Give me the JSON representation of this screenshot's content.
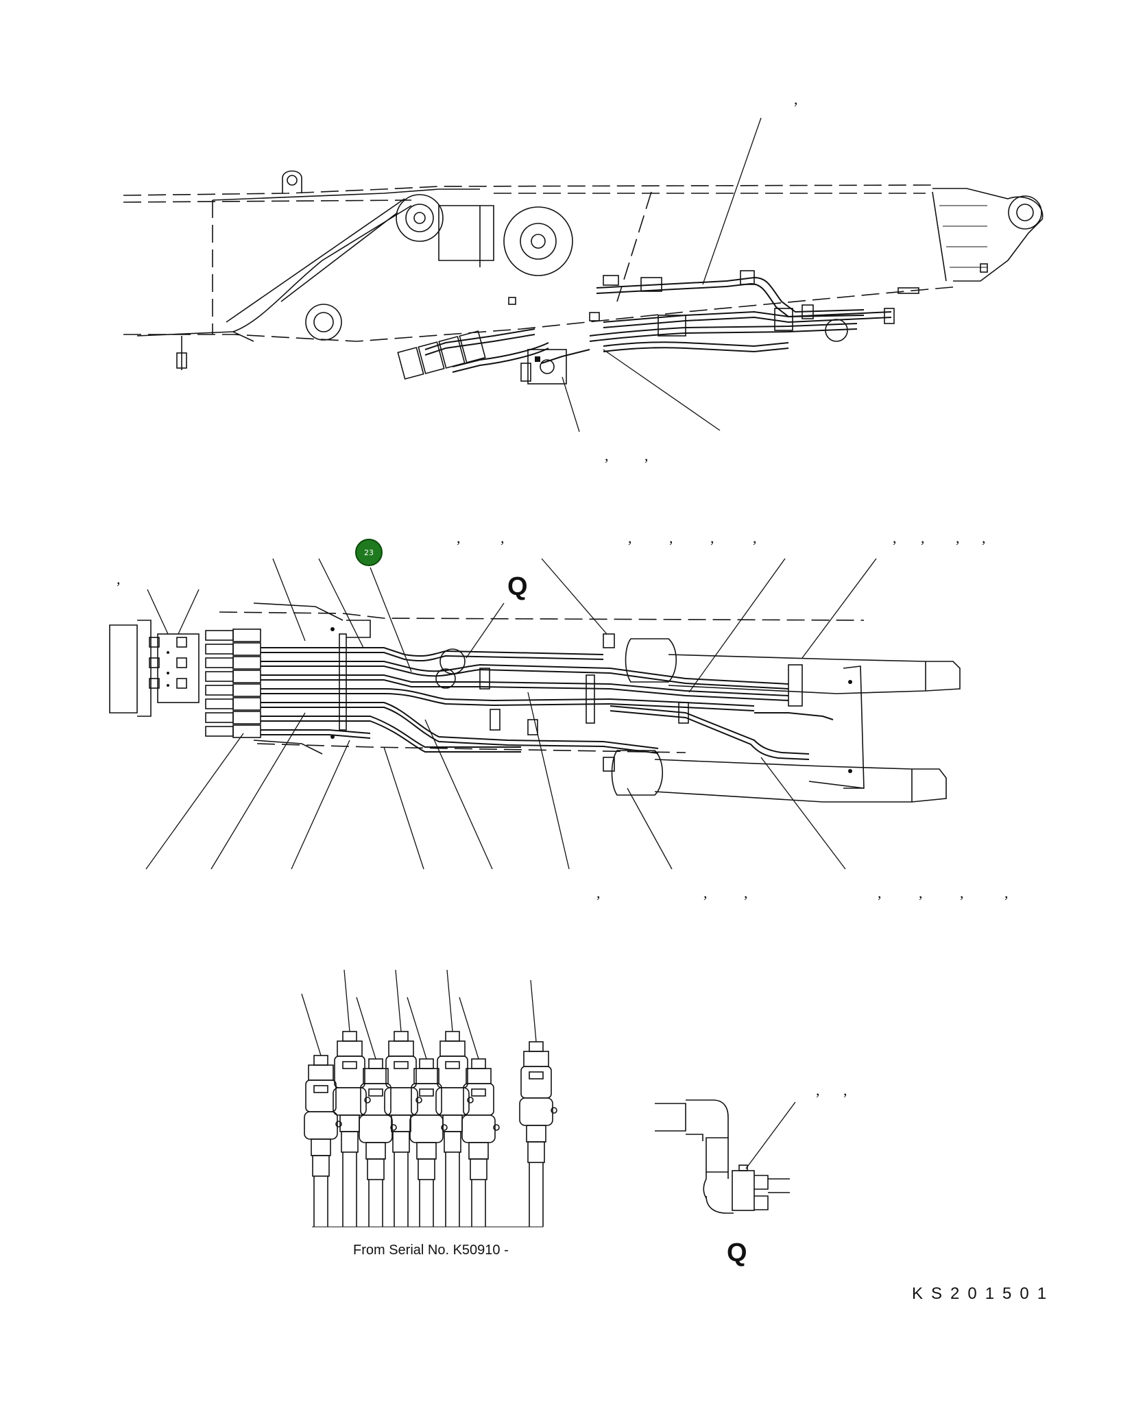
{
  "view_labels": {
    "detail_q_top": "Q",
    "detail_q_bottom": "Q"
  },
  "callout_badge": {
    "number": "23",
    "color": "#1f7a1f"
  },
  "serial_note": "From Serial No. K50910 -",
  "drawing_code": "KS201501",
  "separators": {
    "comma": ","
  },
  "colors": {
    "line": "#111111",
    "badge": "#1f7a1f",
    "background": "#ffffff"
  }
}
